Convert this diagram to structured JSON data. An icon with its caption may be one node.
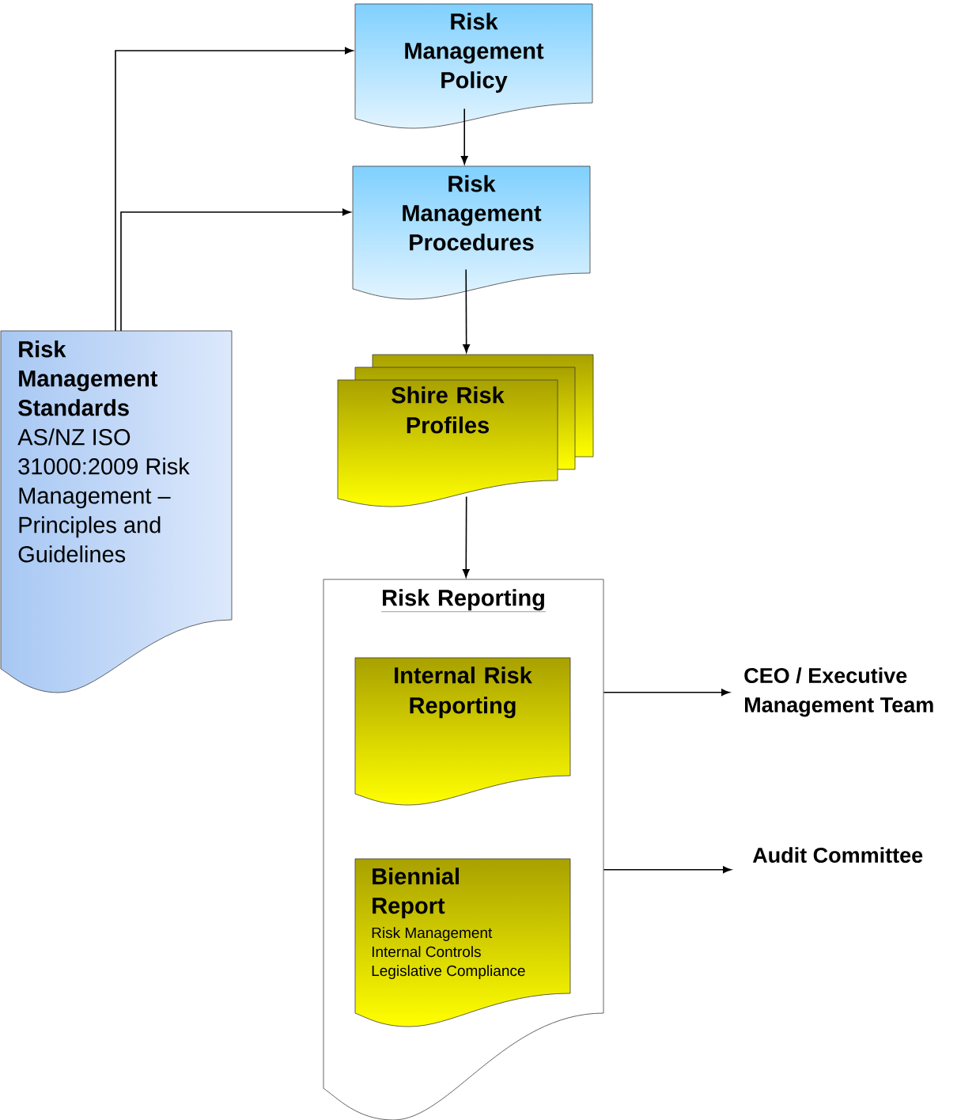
{
  "diagram": {
    "nodes": [
      {
        "text": [
          "Risk Management Policy"
        ]
      },
      {
        "text": [
          "Risk Management Procedures"
        ]
      },
      {
        "text": [
          "Risk Management Standards",
          "AS/NZ ISO 31000:2009 Risk Management – Principles and Guidelines"
        ]
      },
      {
        "text": [
          "Shire Risk Profiles"
        ]
      },
      {
        "text": [
          "Risk Reporting"
        ]
      },
      {
        "text": [
          "Internal Risk Reporting"
        ],
        "in": 4
      },
      {
        "text": [
          "Biennial Report",
          "Risk Management",
          "Internal Controls",
          "Legislative Compliance"
        ],
        "in": 4
      },
      {
        "text": [
          "CEO / Executive Management Team"
        ]
      },
      {
        "text": [
          "Audit Committee"
        ]
      }
    ],
    "edges": [
      {
        "from": 2,
        "to": 0,
        "arrow": "to"
      },
      {
        "from": 2,
        "to": 1,
        "arrow": "to"
      },
      {
        "from": 0,
        "to": 1,
        "arrow": "to"
      },
      {
        "from": 1,
        "to": 3,
        "arrow": "to"
      },
      {
        "from": 3,
        "to": 4,
        "arrow": "to"
      },
      {
        "from": 4,
        "to": 7,
        "arrow": "to"
      },
      {
        "from": 4,
        "to": 8,
        "arrow": "to"
      }
    ]
  }
}
